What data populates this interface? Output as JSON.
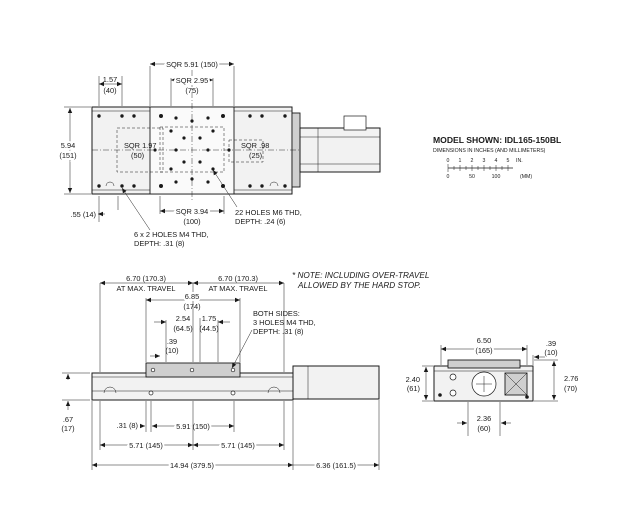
{
  "model": {
    "title": "MODEL SHOWN: IDL165-150BL",
    "subtitle": "DIMENSIONS IN INCHES (AND MILLIMETERS)",
    "scale_ticks": [
      "0",
      "1",
      "2",
      "3",
      "4",
      "5",
      "IN."
    ],
    "scale_mm": [
      "0",
      "50",
      "100",
      "(MM)"
    ]
  },
  "top_view": {
    "sqr_591": "SQR 5.91 (150)",
    "sqr_295": "SQR 2.95",
    "sqr_295_mm": "(75)",
    "d_157": "1.57",
    "d_157_mm": "(40)",
    "d_594": "5.94",
    "d_594_mm": "(151)",
    "sqr_197": "SQR 1.97",
    "sqr_197_mm": "(50)",
    "sqr_98": "SQR .98",
    "sqr_98_mm": "(25)",
    "d_55": ".55 (14)",
    "sqr_394": "SQR 3.94",
    "sqr_394_mm": "(100)",
    "holes_m6_1": "22 HOLES M6 THD,",
    "holes_m6_2": "DEPTH: .24 (6)",
    "holes_m4_1": "6 x 2 HOLES M4 THD,",
    "holes_m4_2": "DEPTH: .31 (8)"
  },
  "side_view": {
    "d_670a_1": "6.70 (170.3)",
    "d_670a_2": "AT MAX. TRAVEL",
    "d_670b_1": "6.70 (170.3)",
    "d_670b_2": "AT MAX. TRAVEL",
    "note_1": "* NOTE: INCLUDING OVER-TRAVEL",
    "note_2": "ALLOWED BY THE HARD STOP.",
    "d_685": "6.85",
    "d_685_mm": "(174)",
    "d_254": "2.54",
    "d_254_mm": "(64.5)",
    "d_175": "1.75",
    "d_175_mm": "(44.5)",
    "d_39": ".39",
    "d_39_mm": "(10)",
    "both_1": "BOTH SIDES:",
    "both_2": "3 HOLES M4 THD,",
    "both_3": "DEPTH: .31 (8)",
    "d_67": ".67",
    "d_67_mm": "(17)",
    "d_31": ".31 (8)",
    "d_591": "5.91 (150)",
    "d_571a": "5.71 (145)",
    "d_571b": "5.71 (145)",
    "d_1494": "14.94 (379.5)",
    "d_636": "6.36 (161.5)"
  },
  "end_view": {
    "d_650": "6.50",
    "d_650_mm": "(165)",
    "d_39": ".39",
    "d_39_mm": "(10)",
    "d_240": "2.40",
    "d_240_mm": "(61)",
    "d_276": "2.76",
    "d_276_mm": "(70)",
    "d_236": "2.36",
    "d_236_mm": "(60)"
  }
}
